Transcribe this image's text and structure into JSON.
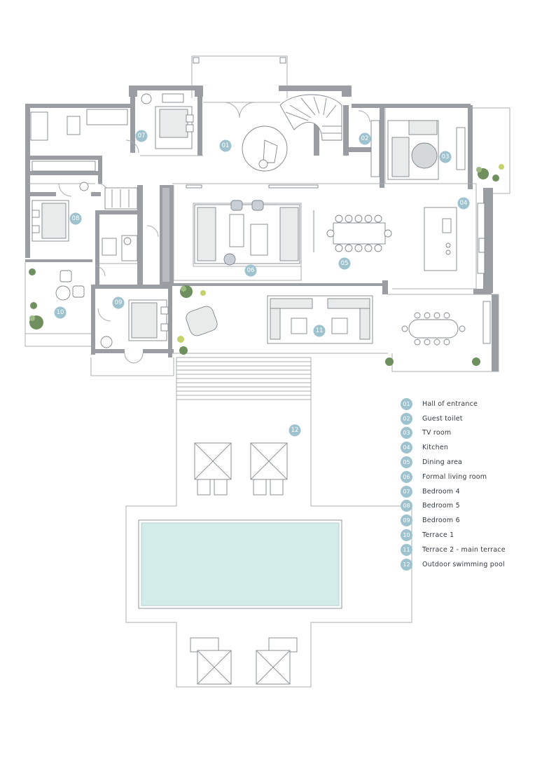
{
  "rooms": [
    {
      "num": "01",
      "label": "Hall of entrance"
    },
    {
      "num": "02",
      "label": "Guest toilet"
    },
    {
      "num": "03",
      "label": "TV room"
    },
    {
      "num": "04",
      "label": "Kitchen"
    },
    {
      "num": "05",
      "label": "Dining area"
    },
    {
      "num": "06",
      "label": "Formal living room"
    },
    {
      "num": "07",
      "label": "Bedroom 4"
    },
    {
      "num": "08",
      "label": "Bedroom 5"
    },
    {
      "num": "09",
      "label": "Bedroom 6"
    },
    {
      "num": "10",
      "label": "Terrace 1"
    },
    {
      "num": "11",
      "label": "Terrace 2 - main terrace"
    },
    {
      "num": "12",
      "label": "Outdoor swimming pool"
    }
  ],
  "colors": {
    "badge": "#9fc2cf",
    "wall": "#9a9ea3",
    "pool": "#d3ebe9",
    "plant": "#6f8f5e"
  }
}
